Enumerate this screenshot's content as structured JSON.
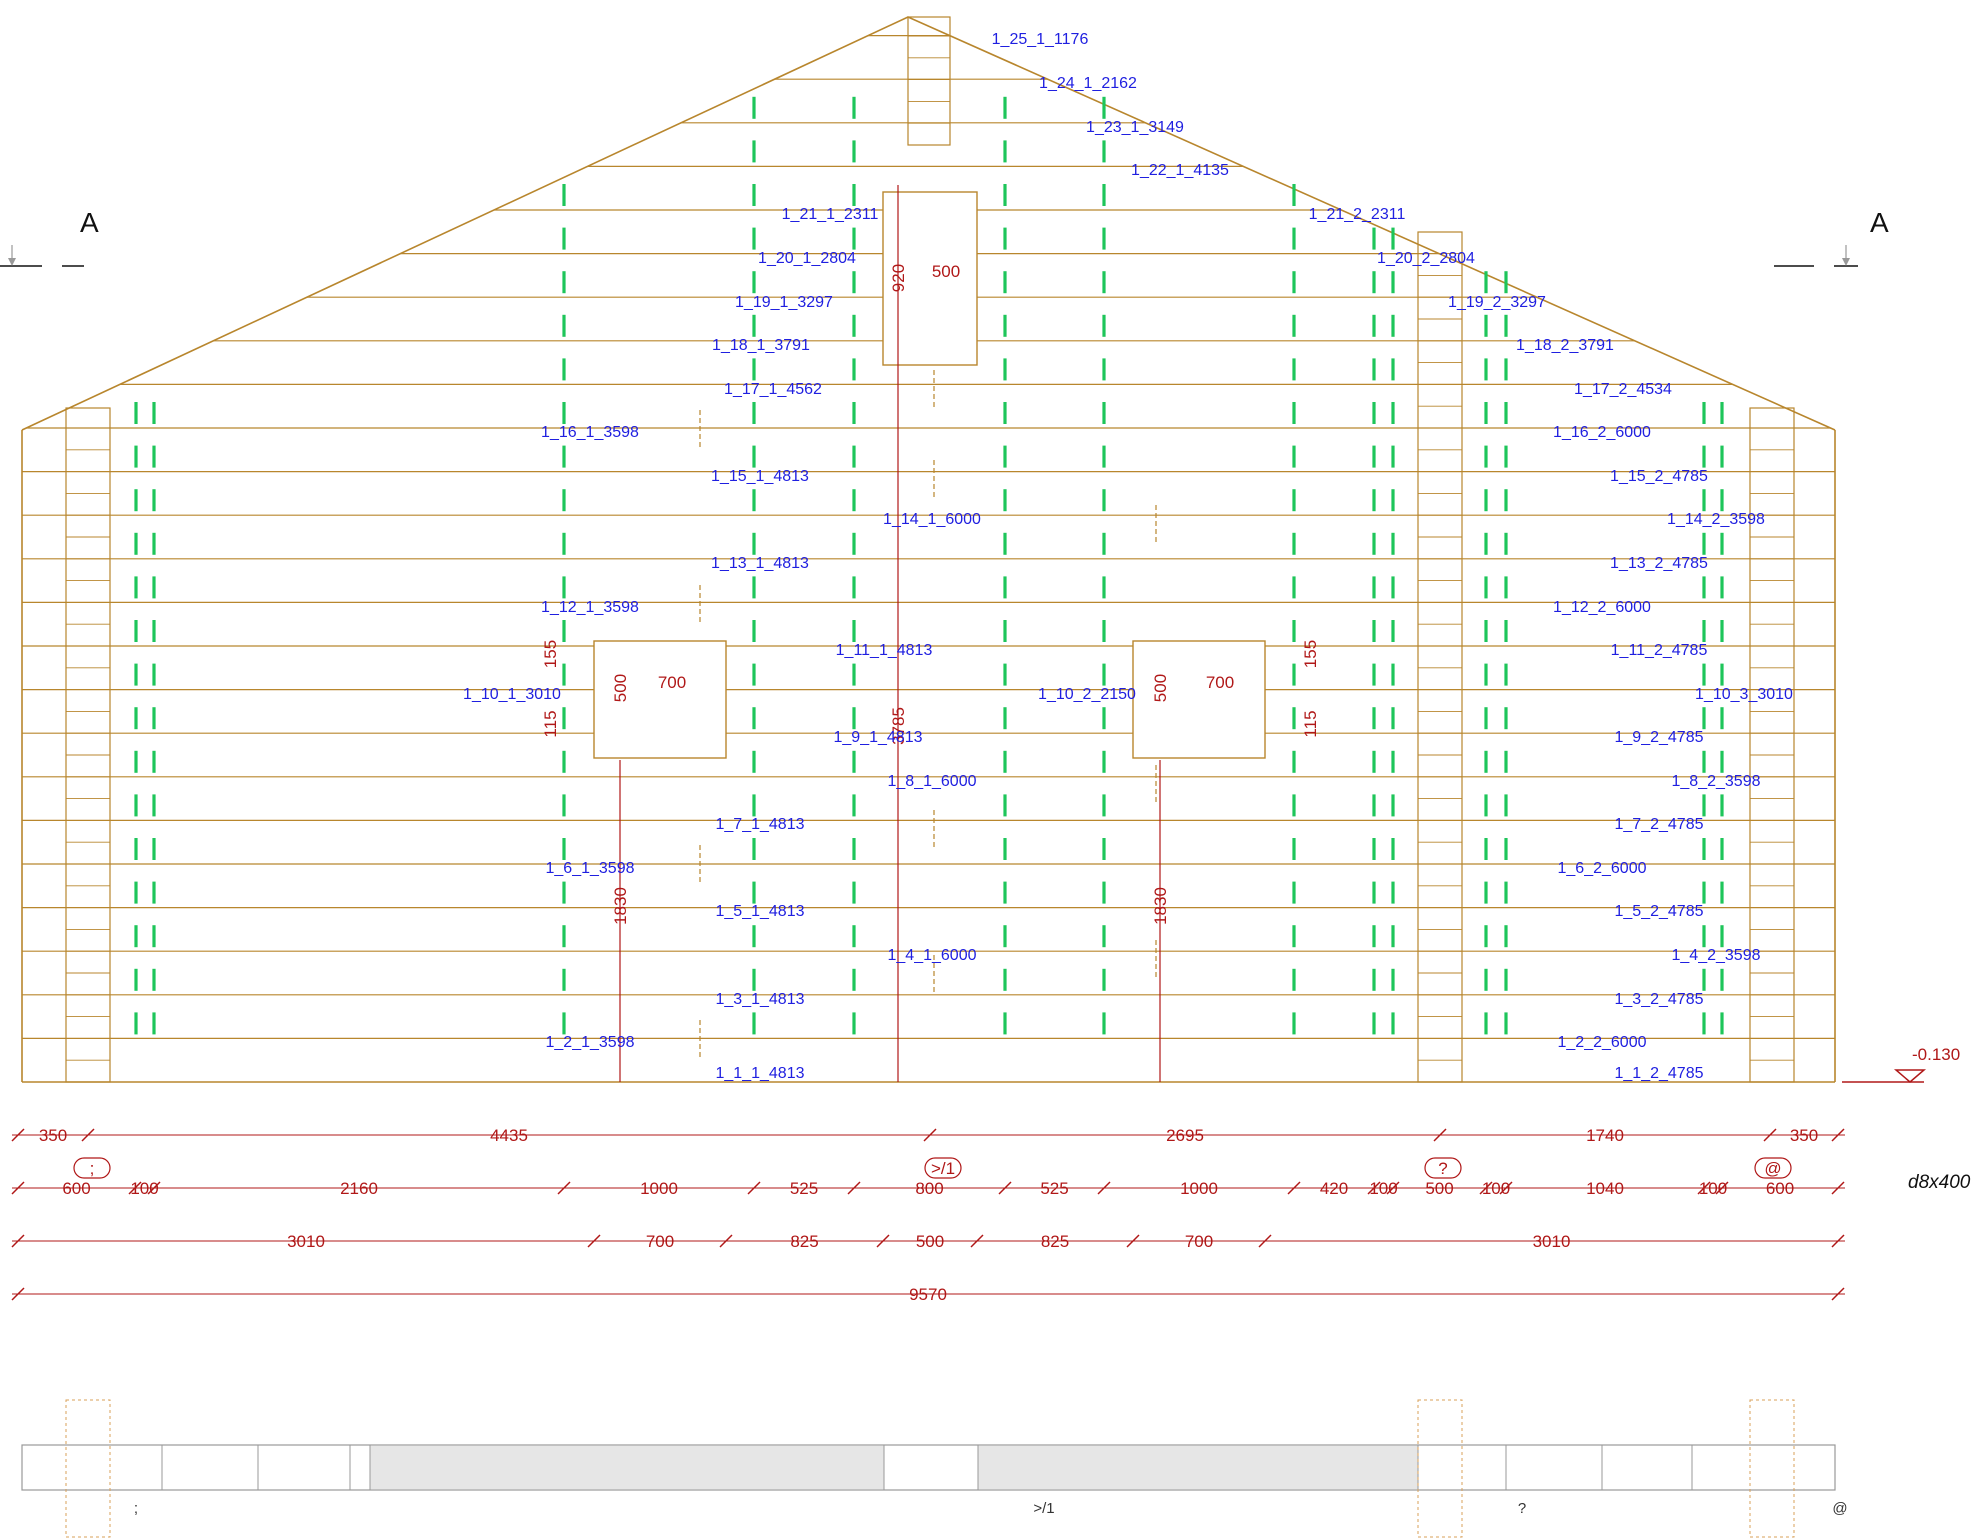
{
  "section_marks": {
    "left": "A",
    "right": "A"
  },
  "level_mark": "-0.130",
  "profile": "d8x400",
  "log_labels": [
    "1_25_1_1176",
    "1_24_1_2162",
    "1_23_1_3149",
    "1_22_1_4135",
    "1_21_1_2311",
    "1_21_2_2311",
    "1_20_1_2804",
    "1_20_2_2804",
    "1_19_1_3297",
    "1_19_2_3297",
    "1_18_1_3791",
    "1_18_2_3791",
    "1_17_1_4562",
    "1_17_2_4534",
    "1_16_1_3598",
    "1_16_2_6000",
    "1_15_1_4813",
    "1_15_2_4785",
    "1_14_1_6000",
    "1_14_2_3598",
    "1_13_1_4813",
    "1_13_2_4785",
    "1_12_1_3598",
    "1_12_2_6000",
    "1_11_1_4813",
    "1_11_2_4785",
    "1_10_1_3010",
    "1_10_2_2150",
    "1_10_3_3010",
    "1_9_1_4813",
    "1_9_2_4785",
    "1_8_1_6000",
    "1_8_2_3598",
    "1_7_1_4813",
    "1_7_2_4785",
    "1_6_1_3598",
    "1_6_2_6000",
    "1_5_1_4813",
    "1_5_2_4785",
    "1_4_1_6000",
    "1_4_2_3598",
    "1_3_1_4813",
    "1_3_2_4785",
    "1_2_1_3598",
    "1_2_2_6000",
    "1_1_1_4813",
    "1_1_2_4785"
  ],
  "opening_dims": {
    "top_window_height": "920",
    "top_window_width": "500",
    "window_width": "700",
    "window_height": "500",
    "above_window": "155",
    "below_window": "115",
    "door_clear_height": "3785",
    "window_sill_height": "1830"
  },
  "dim_row1": [
    "350",
    "4435",
    "2695",
    "1740",
    "350"
  ],
  "dim_row2": [
    "600",
    "100",
    "2160",
    "1000",
    "525",
    "800",
    "525",
    "1000",
    "420",
    "100",
    "500",
    "100",
    "1040",
    "100",
    "600"
  ],
  "dim_row3": [
    "3010",
    "700",
    "825",
    "500",
    "825",
    "700",
    "3010"
  ],
  "dim_total": "9570",
  "section_refs": [
    ";",
    ">/1",
    "?",
    "@"
  ]
}
